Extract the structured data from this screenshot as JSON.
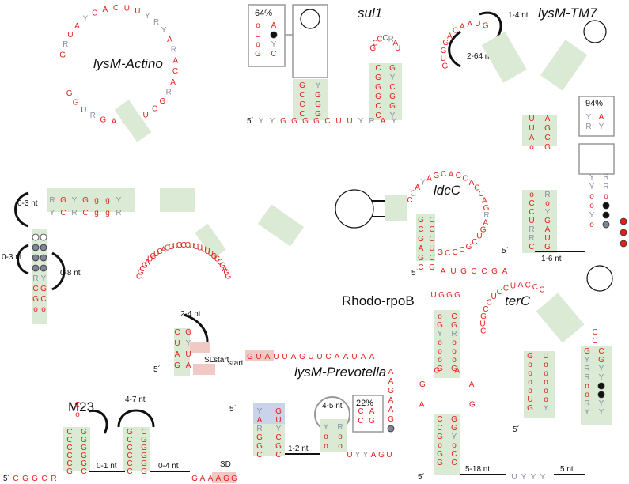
{
  "panels": {
    "lysM_actino": {
      "name": "lysM-Actino",
      "var1": "0-3 nt",
      "var2": "0-3 nt",
      "var3": "0-8 nt",
      "var4": "2-4 nt",
      "sd": "SD",
      "start": "start",
      "five": "5´"
    },
    "sul1": {
      "name": "sul1",
      "pct": "64%",
      "five": "5´"
    },
    "lysM_TM7": {
      "name": "lysM-TM7",
      "var1": "1-4 nt",
      "var2": "2-64 nt",
      "var3": "1-6 nt",
      "pct": "94%",
      "five": "5´"
    },
    "ldcC": {
      "name": "ldcC",
      "five": "5´"
    },
    "M23": {
      "name": "M23",
      "var1": "4-7 nt",
      "var2": "0-1 nt",
      "var3": "0-4 nt",
      "sd": "SD",
      "five": "5´"
    },
    "lysM_prevotella": {
      "name": "lysM-Prevotella",
      "var1": "4-5 nt",
      "var2": "1-2 nt",
      "pct": "22%",
      "start": "start",
      "five": "5´"
    },
    "rhodo_rpoB": {
      "name": "Rhodo-rpoB",
      "var1": "5-18 nt",
      "var2": "5 nt",
      "five": "5´"
    },
    "terC": {
      "name": "terC",
      "five": "5´"
    }
  },
  "sequences": {
    "actino_loop": "GRUAYCACUUYRYARACARGCUYCAGRUGG",
    "sul1_tail": "YYGGGGCUUYRAY",
    "ldcC_loop": "CCAYAGCACCACCAGRAGUCGCCCG",
    "ldcC_tail": "AUGCCGA",
    "m23_tail": "CGGCR",
    "m23_end": "GAAAGG",
    "prevotella_top": "GUAUUAGUUCAAUAA",
    "prevotella_tail": "UYYAGU",
    "rhodo_tail": "UYYY",
    "rhodo_top": "UGGG",
    "terC_loop": "CUGCCUCCUACCC"
  },
  "colors": {
    "conserved_red": "#e0211b",
    "variable_grey": "#8a8fa3",
    "stem_green": "#dbead5",
    "stem_blue": "#c9d3ea",
    "highlight_pink": "#f1c9c4"
  }
}
